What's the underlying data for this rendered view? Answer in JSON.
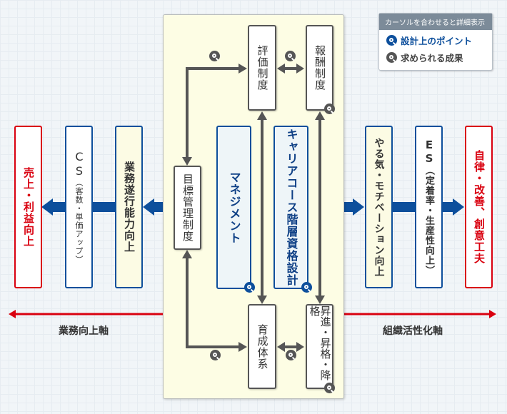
{
  "legend": {
    "title": "カーソルを合わせると詳細表示",
    "items": [
      {
        "label": "設計上のポイント",
        "color": "#0d4f9c",
        "icon": "magnifier-icon"
      },
      {
        "label": "求められる成果",
        "color": "#555555",
        "icon": "magnifier-icon"
      }
    ]
  },
  "left": {
    "sales": "売上・利益向上",
    "cs": "CS",
    "cs_sub": "（客数・単価アップ）",
    "performance": "業務遂行能力向上"
  },
  "right": {
    "motivation": "やる気・モチベーション向上",
    "es": "ES",
    "es_sub": "（定着率・生産性向上）",
    "autonomy": "自律・改善、創意工夫"
  },
  "center": {
    "goal": "目標管理制度",
    "evaluation": "評価制度",
    "reward": "報酬制度",
    "management": "マネジメント",
    "career": "キャリアコース階層資格設計",
    "training": "育成体系",
    "promotion": "昇進・昇格・降格"
  },
  "axes": {
    "left": "業務向上軸",
    "right": "組織活性化軸"
  },
  "colors": {
    "red": "#d9000f",
    "blue": "#0d4f9c",
    "dark": "#555555"
  }
}
